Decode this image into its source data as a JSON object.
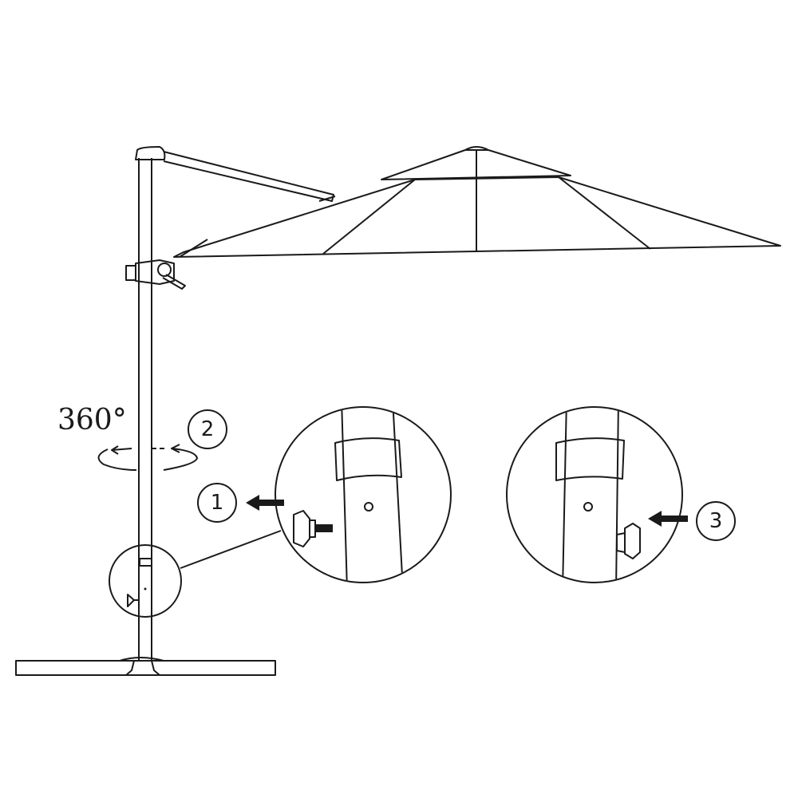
{
  "labels": {
    "rotation": "360°",
    "step1": "1",
    "step2": "2",
    "step3": "3"
  },
  "colors": {
    "line": "#1a1a1a",
    "background": "#ffffff"
  }
}
